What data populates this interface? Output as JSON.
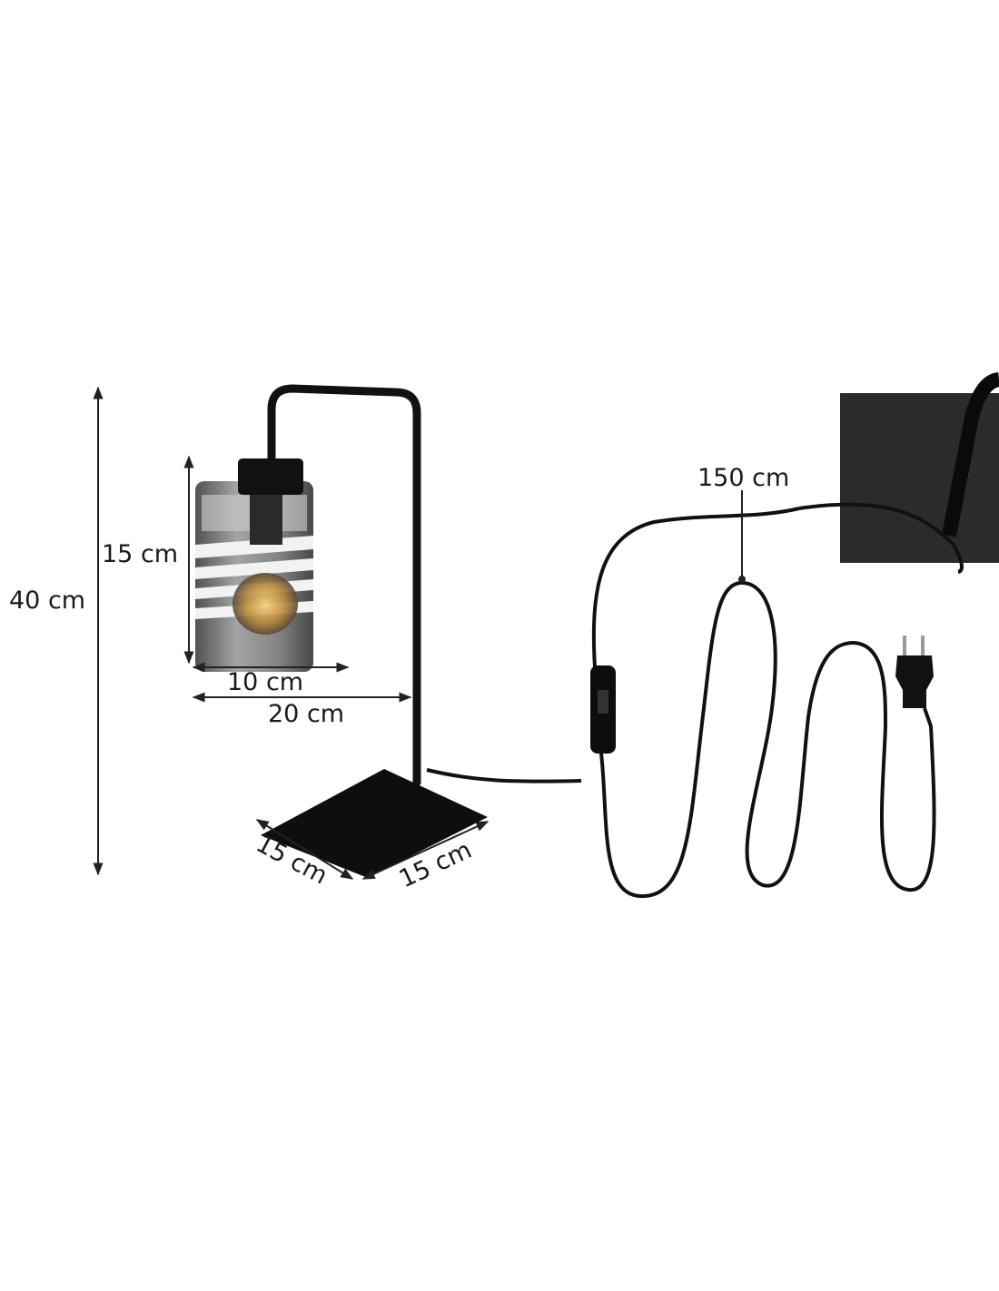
{
  "dimensions": {
    "total_height": "40 cm",
    "shade_height": "15 cm",
    "shade_width": "10 cm",
    "arm_reach": "20 cm",
    "base_depth": "15 cm",
    "base_width": "15 cm",
    "cord_length": "150 cm"
  },
  "colors": {
    "metal": "#111111",
    "glass": "#6f6f6f",
    "inset_bg": "#2b2b2b"
  }
}
